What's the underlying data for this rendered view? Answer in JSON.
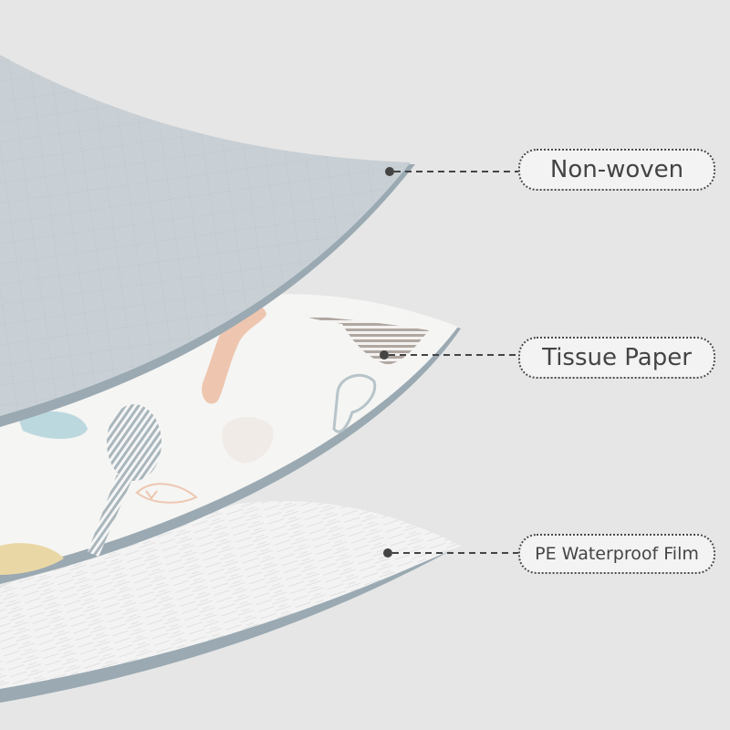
{
  "labels": {
    "non_woven": "Non-woven",
    "tissue_paper": "Tissue Paper",
    "pe_film": "PE Waterproof Film"
  },
  "colors": {
    "background": "#e6e6e6",
    "non_woven_layer": "#c9d0d5",
    "layer_edge": "#9aa9b2",
    "tissue_layer": "#f5f5f3",
    "film_layer": "#f2f2f2",
    "leader_line": "#444444"
  },
  "icons": {
    "pattern_1": "spoon-icon",
    "pattern_2": "fork-icon",
    "pattern_3": "bird-icon"
  }
}
